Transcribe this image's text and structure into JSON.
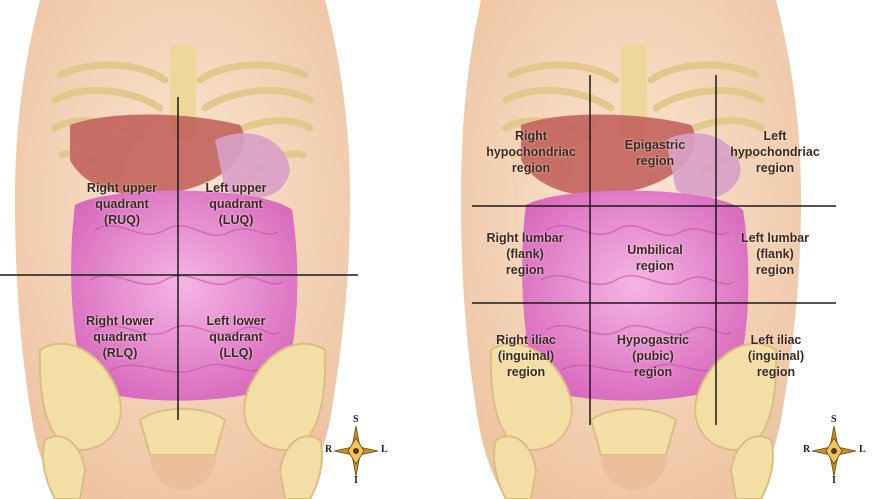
{
  "quadrants": {
    "ruq": "Right upper\nquadrant\n(RUQ)",
    "luq": "Left upper\nquadrant\n(LUQ)",
    "rlq": "Right lower\nquadrant\n(RLQ)",
    "llq": "Left lower\nquadrant\n(LLQ)"
  },
  "regions": {
    "right_hypochondriac": "Right\nhypochondriac\nregion",
    "epigastric": "Epigastric\nregion",
    "left_hypochondriac": "Left\nhypochondriac\nregion",
    "right_lumbar": "Right lumbar\n(flank)\nregion",
    "umbilical": "Umbilical\nregion",
    "left_lumbar": "Left lumbar\n(flank)\nregion",
    "right_iliac": "Right iliac\n(inguinal)\nregion",
    "hypogastric": "Hypogastric\n(pubic)\nregion",
    "left_iliac": "Left iliac\n(inguinal)\nregion"
  },
  "compass": {
    "superior": "S",
    "inferior": "I",
    "right": "R",
    "left": "L"
  },
  "colors": {
    "skin": "#f6d9bf",
    "bone": "#f3dea5",
    "liver": "#c0605a",
    "intestine": "#e98fd0",
    "line": "#1a1a1a"
  }
}
